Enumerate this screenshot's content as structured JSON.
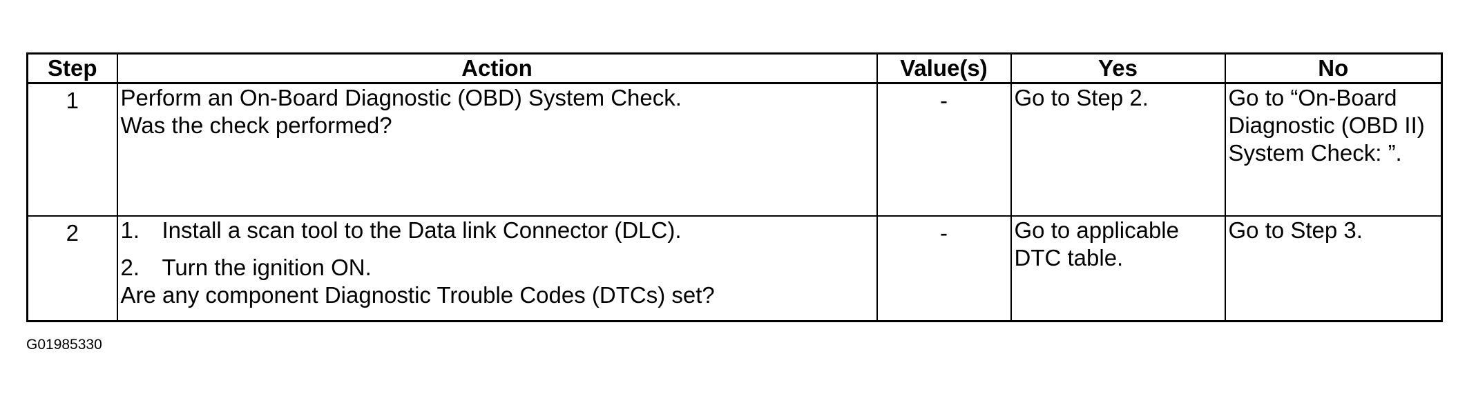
{
  "table": {
    "headers": {
      "step": "Step",
      "action": "Action",
      "values": "Value(s)",
      "yes": "Yes",
      "no": "No"
    },
    "rows": [
      {
        "step": "1",
        "action_lines": [
          "Perform an On-Board Diagnostic (OBD) System Check.",
          "Was the check performed?"
        ],
        "values": "-",
        "yes": "Go to Step 2.",
        "no": "Go to “On-Board Diagnostic (OBD II) System Check: ”."
      },
      {
        "step": "2",
        "action_items": [
          {
            "num": "1.",
            "text": "Install a scan tool to the Data link Connector (DLC)."
          },
          {
            "num": "2.",
            "text": "Turn the ignition ON."
          }
        ],
        "action_question": "Are any component Diagnostic Trouble Codes (DTCs) set?",
        "values": "-",
        "yes": "Go to applicable DTC table.",
        "no": "Go to Step 3."
      }
    ]
  },
  "figure_id": "G01985330"
}
